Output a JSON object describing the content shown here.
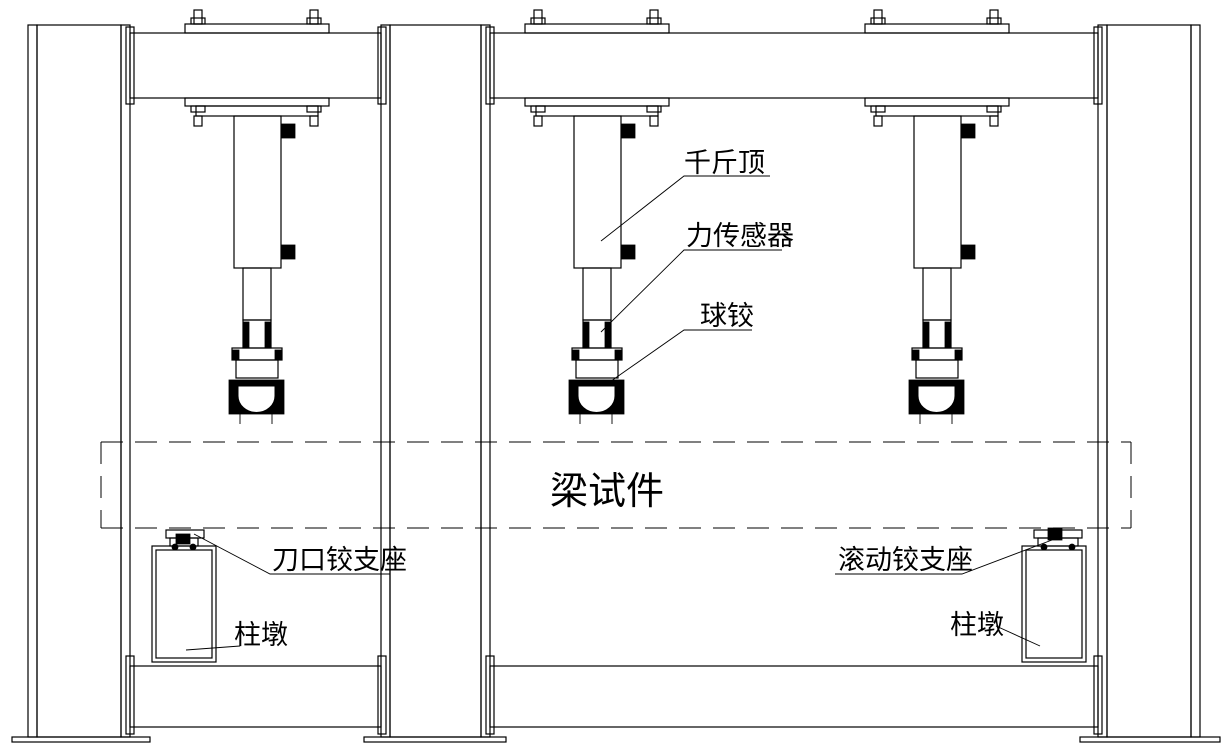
{
  "labels": {
    "jack": "千斤顶",
    "force_sensor": "力传感器",
    "ball_hinge": "球铰",
    "beam_specimen": "梁试件",
    "knife_hinge_support": "刀口铰支座",
    "roller_hinge_support": "滚动铰支座",
    "pier_left": "柱墩",
    "pier_right": "柱墩"
  }
}
